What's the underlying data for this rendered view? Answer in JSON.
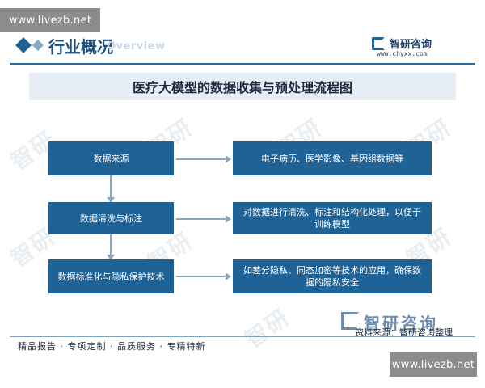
{
  "watermarks": {
    "top": "www.livezb.net",
    "bottom": "www.livezb.net"
  },
  "header": {
    "section_title": "行业概况",
    "section_subtitle": "Overview",
    "brand_name": "智研咨询",
    "brand_url": "www.chyxx.com"
  },
  "diagram": {
    "title": "医疗大模型的数据收集与预处理流程图",
    "steps": [
      {
        "label": "数据来源",
        "detail": "电子病历、医学影像、基因组数据等"
      },
      {
        "label": "数据清洗与标注",
        "detail": "对数据进行清洗、标注和结构化处理，以便于训练模型"
      },
      {
        "label": "数据标准化与隐私保护技术",
        "detail": "如差分隐私、同态加密等技术的应用，确保数据的隐私安全"
      }
    ]
  },
  "brand_mark": {
    "name": "智研咨询"
  },
  "source_note": "资料来源：智研咨询整理",
  "footer": {
    "text": "精品报告 · 专项定制 · 品质服务 · 专精特新"
  },
  "colors": {
    "box_fill": "#1f6296",
    "arrow": "#8aa6c1",
    "banner_bg": "#e6edf4",
    "accent_line": "#2a6aa3"
  },
  "icons": [
    "diamond-icon",
    "brand-logo-icon",
    "arrow-right-icon",
    "arrow-down-icon"
  ]
}
